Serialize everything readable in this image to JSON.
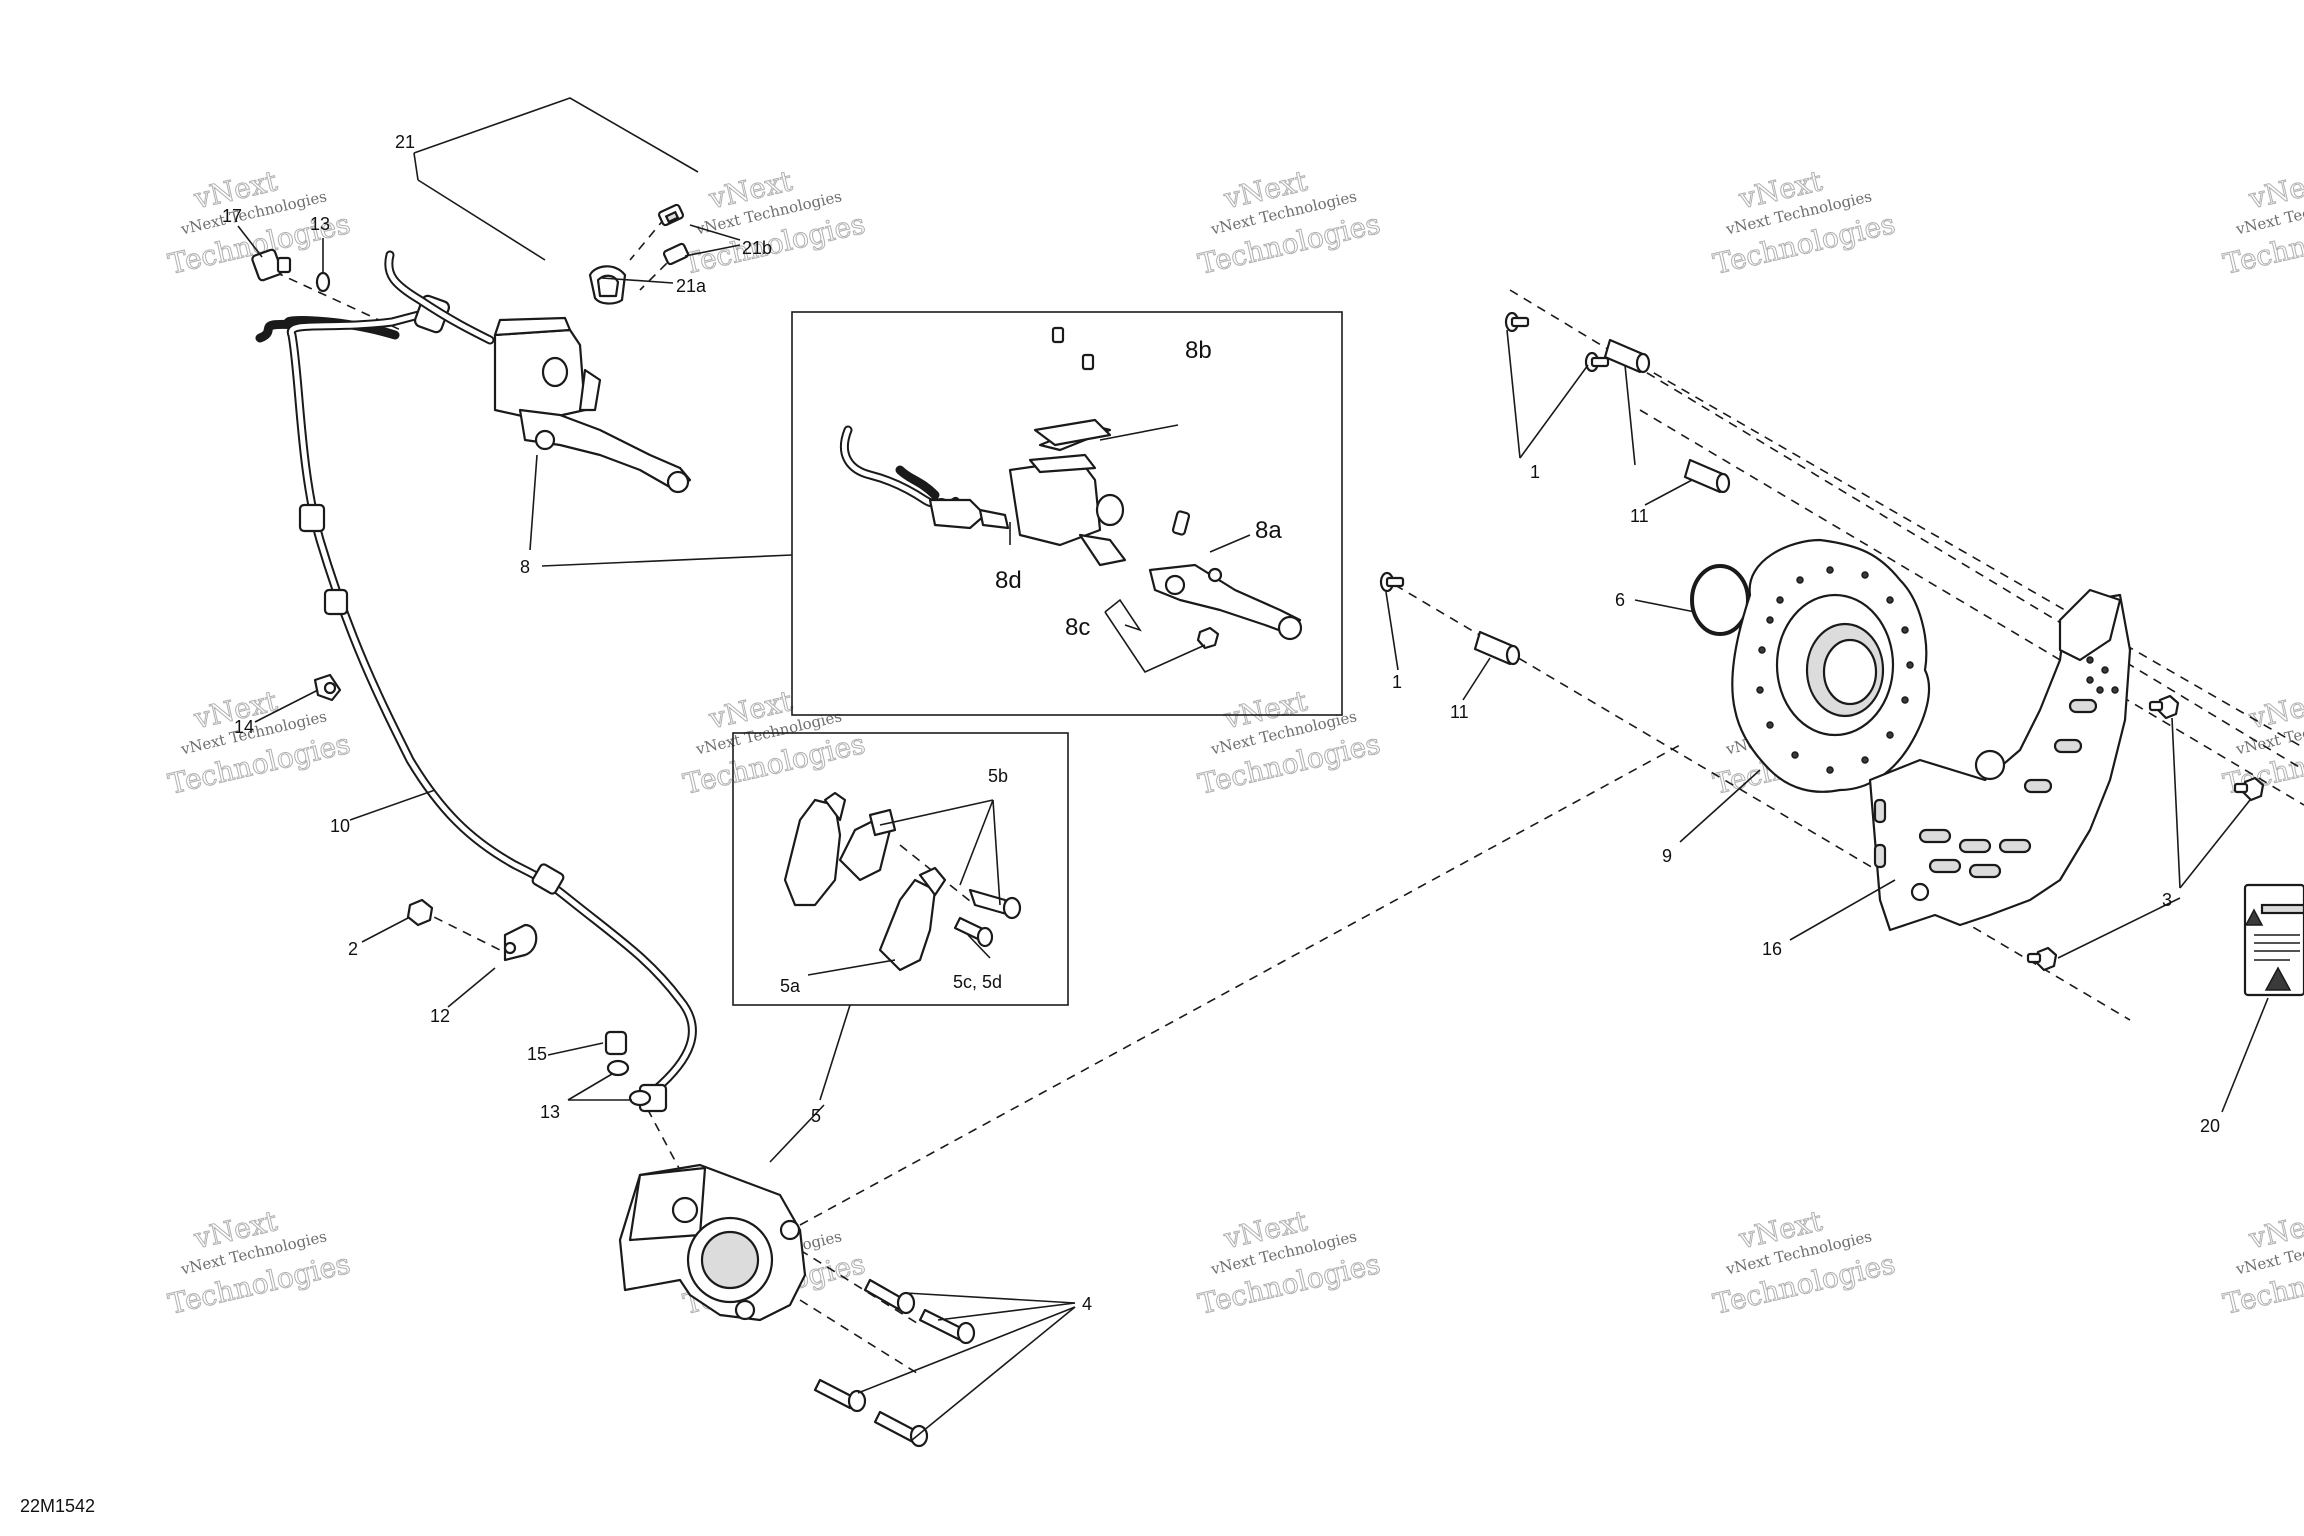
{
  "diagram_code": "22M1542",
  "watermark": {
    "line1": "vNext Technologies",
    "line2": "Technologies",
    "overlay": "vNext"
  },
  "callouts": {
    "c1a": "1",
    "c1b": "1",
    "c2": "2",
    "c3": "3",
    "c4": "4",
    "c5": "5",
    "c5a": "5a",
    "c5b": "5b",
    "c5cd": "5c, 5d",
    "c6": "6",
    "c8": "8",
    "c8a": "8a",
    "c8b": "8b",
    "c8c": "8c",
    "c8d": "8d",
    "c9": "9",
    "c10": "10",
    "c11a": "11",
    "c11b": "11",
    "c12": "12",
    "c13a": "13",
    "c13b": "13",
    "c14": "14",
    "c15": "15",
    "c16": "16",
    "c17": "17",
    "c20": "20",
    "c21": "21",
    "c21a": "21a",
    "c21b": "21b"
  }
}
